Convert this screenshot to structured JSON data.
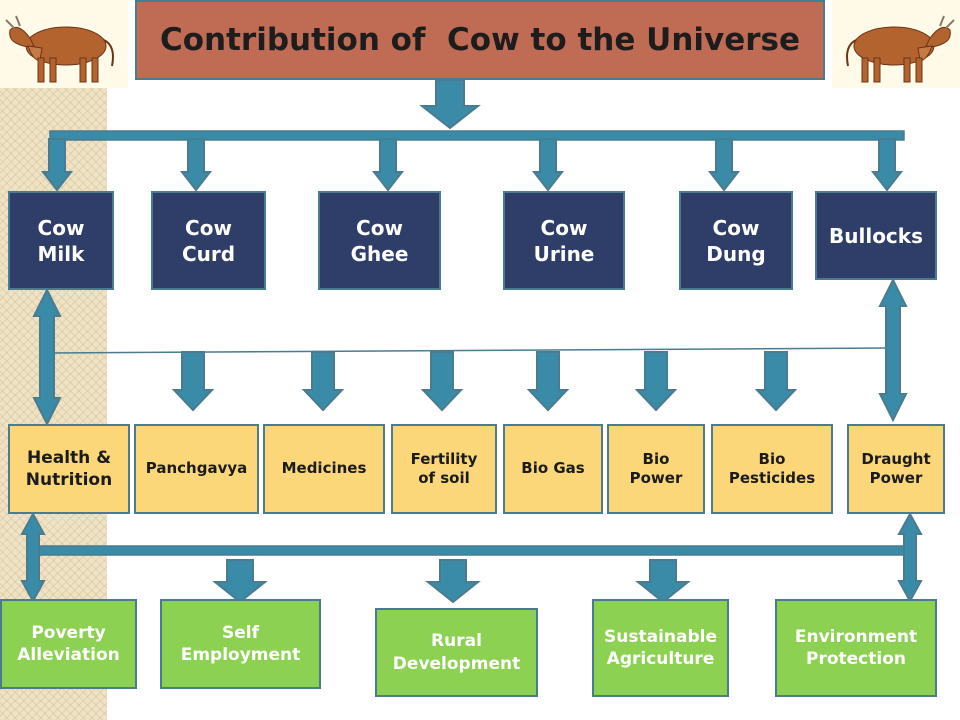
{
  "title": "Contribution of  Cow to the Universe",
  "colors": {
    "title_bg": "#c06c55",
    "source_box": "#2e3e69",
    "product_box": "#fbd779",
    "outcome_box": "#8dd152",
    "arrow": "#3a8ba8",
    "border": "#4a7b8e"
  },
  "images": [
    "cow-photo-left",
    "cow-photo-right"
  ],
  "sources": [
    {
      "label": "Cow\nMilk"
    },
    {
      "label": "Cow\nCurd"
    },
    {
      "label": "Cow\nGhee"
    },
    {
      "label": "Cow\nUrine"
    },
    {
      "label": "Cow\nDung"
    },
    {
      "label": "Bullocks"
    }
  ],
  "products": [
    {
      "label": "Health &\nNutrition"
    },
    {
      "label": "Panchgavya"
    },
    {
      "label": "Medicines"
    },
    {
      "label": "Fertility\nof soil"
    },
    {
      "label": "Bio Gas"
    },
    {
      "label": "Bio\nPower"
    },
    {
      "label": "Bio\nPesticides"
    },
    {
      "label": "Draught\nPower"
    }
  ],
  "outcomes": [
    {
      "label": "Poverty\nAlleviation"
    },
    {
      "label": "Self\nEmployment"
    },
    {
      "label": "Rural\nDevelopment"
    },
    {
      "label": "Sustainable\nAgriculture"
    },
    {
      "label": "Environment\nProtection"
    }
  ]
}
